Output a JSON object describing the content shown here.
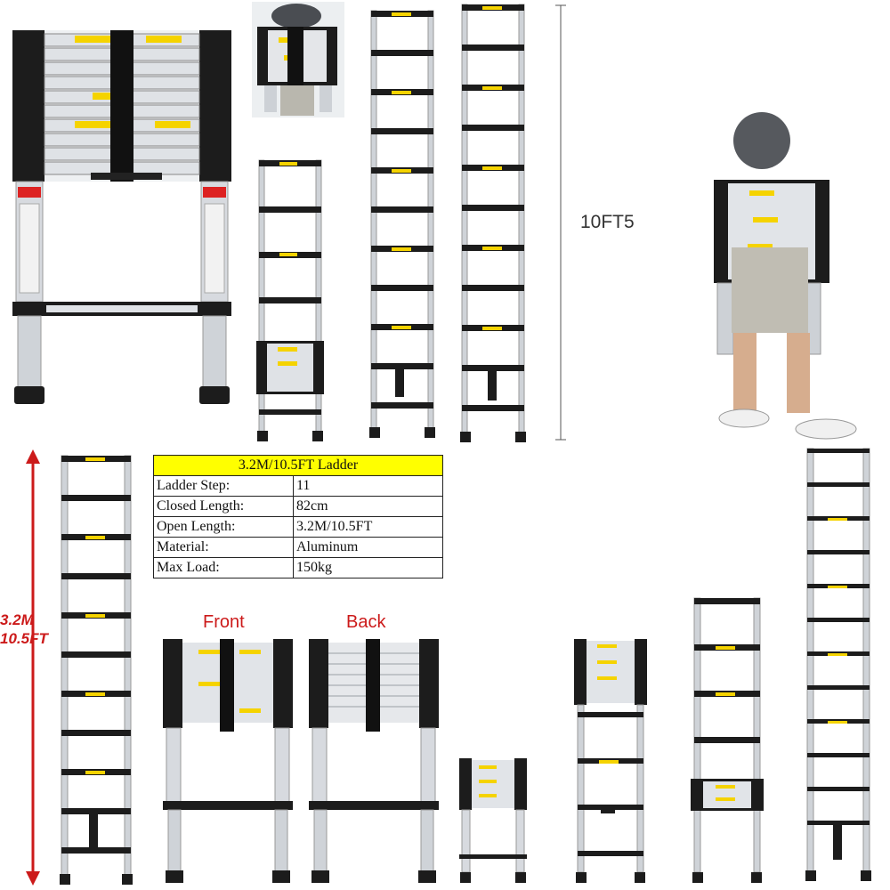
{
  "labels": {
    "height_label": "10FT5",
    "front": "Front",
    "back": "Back",
    "extended_height_line1": "3.2M",
    "extended_height_line2": "10.5FT"
  },
  "spec_table": {
    "title": "3.2M/10.5FT Ladder",
    "rows": [
      {
        "key": "Ladder Step:",
        "value": "11"
      },
      {
        "key": "Closed Length:",
        "value": "82cm"
      },
      {
        "key": "Open Length:",
        "value": "3.2M/10.5FT"
      },
      {
        "key": "Material:",
        "value": "Aluminum"
      },
      {
        "key": "Max Load:",
        "value": "150kg"
      }
    ]
  },
  "colors": {
    "accent_red": "#cc1a1a",
    "table_header": "#ffff00",
    "aluminum": "#c9ccd0",
    "rung_black": "#1a1a1a",
    "warning_yellow": "#f5d300"
  }
}
